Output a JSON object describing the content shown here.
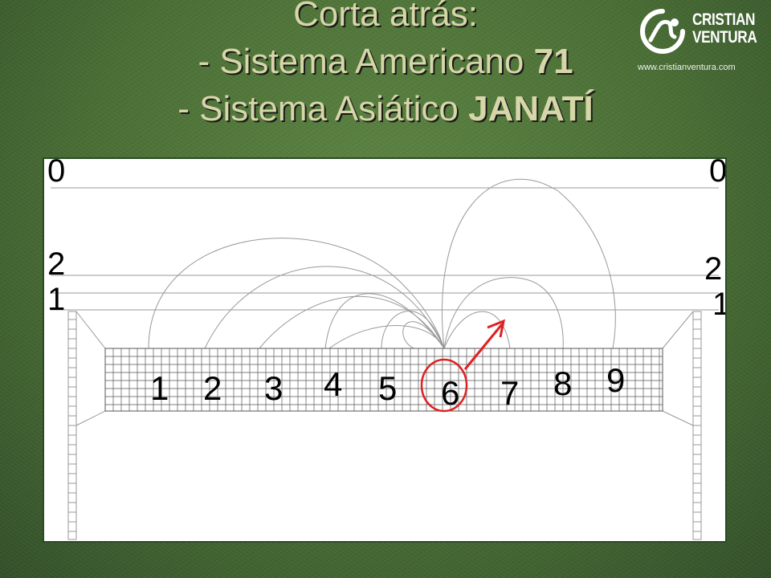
{
  "header": {
    "line1": "Corta atrás:",
    "line2_prefix": "- Sistema Americano ",
    "line2_bold": "71",
    "line3_prefix": "- Sistema Asiático ",
    "line3_bold": "JANATÍ"
  },
  "logo": {
    "name_line1": "CRISTIAN",
    "name_line2": "VENTURA",
    "url": "www.cristianventura.com"
  },
  "diagram": {
    "left_heights": [
      "0",
      "2",
      "1"
    ],
    "right_heights": [
      "0",
      "2",
      "1"
    ],
    "zones": [
      "1",
      "2",
      "3",
      "4",
      "5",
      "6",
      "7",
      "8",
      "9"
    ],
    "highlighted_zone": "6",
    "colors": {
      "line": "#999999",
      "grid": "#555555",
      "highlight": "#e02020"
    }
  }
}
